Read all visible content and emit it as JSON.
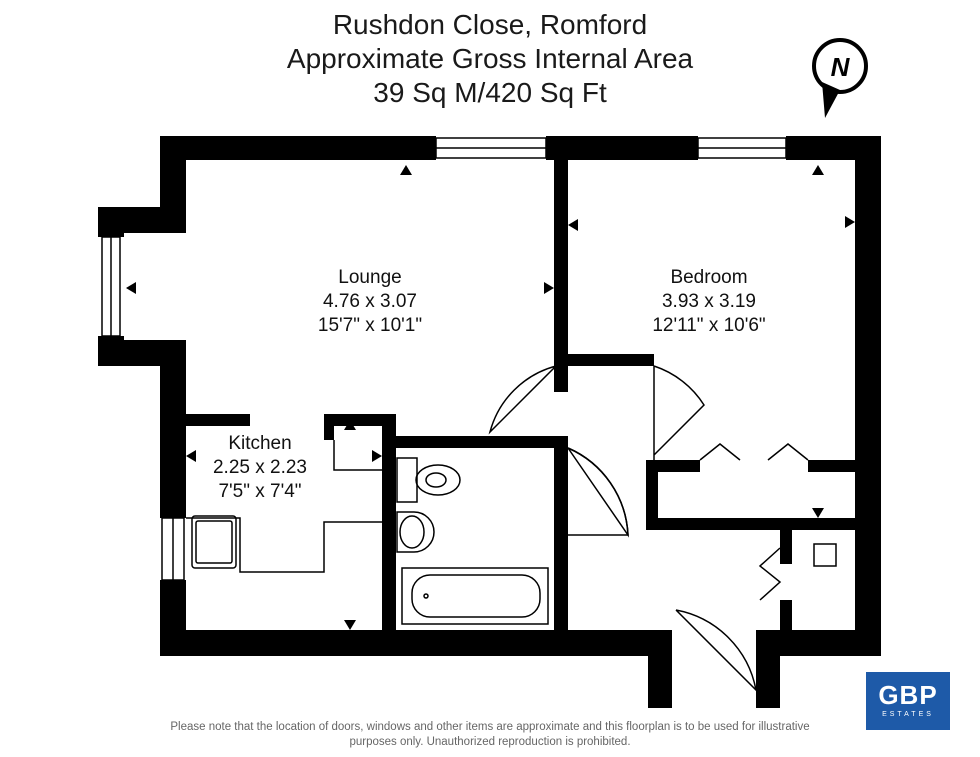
{
  "header": {
    "line1": "Rushdon Close, Romford",
    "line2": "Approximate Gross Internal Area",
    "line3": "39 Sq M/420 Sq Ft"
  },
  "compass": {
    "letter": "N",
    "icon": "north-arrow-icon"
  },
  "rooms": {
    "lounge": {
      "name": "Lounge",
      "metric": "4.76 x 3.07",
      "imperial": "15'7\" x 10'1\""
    },
    "bedroom": {
      "name": "Bedroom",
      "metric": "3.93 x 3.19",
      "imperial": "12'11\" x 10'6\""
    },
    "kitchen": {
      "name": "Kitchen",
      "metric": "2.25 x 2.23",
      "imperial": "7'5\" x 7'4\""
    }
  },
  "footer": {
    "line1": "Please note that the location of doors, windows and other items are approximate and this floorplan is to be used for illustrative",
    "line2": "purposes only. Unauthorized reproduction is prohibited."
  },
  "logo": {
    "mark": "GBP",
    "sub": "ESTATES"
  },
  "colors": {
    "wall": "#000000",
    "logo": "#1e5aa8",
    "footer_text": "#666666"
  }
}
